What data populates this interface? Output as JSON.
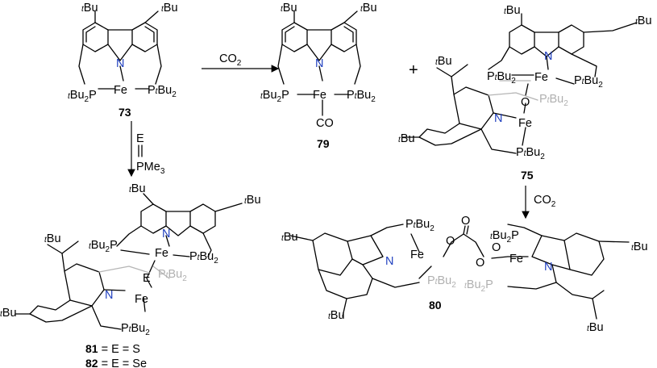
{
  "labels": {
    "tBu": "Bu",
    "t": "t",
    "fe": "Fe",
    "n": "N",
    "p": "P",
    "o": "O",
    "co": "CO",
    "e": "E",
    "tBu2": "Bu",
    "two": "2",
    "plus": "+",
    "me3": "Me",
    "three": "3"
  },
  "reagents": {
    "co2": "CO",
    "co2_sub": "2",
    "e_reagent_top": "E",
    "e_reagent_bottom": "PMe"
  },
  "compounds": {
    "c73": "73",
    "c79": "79",
    "c75": "75",
    "c80": "80",
    "c81": "81",
    "c82": "82",
    "c81_rest": " = E = S",
    "c82_rest": " = E = Se"
  }
}
